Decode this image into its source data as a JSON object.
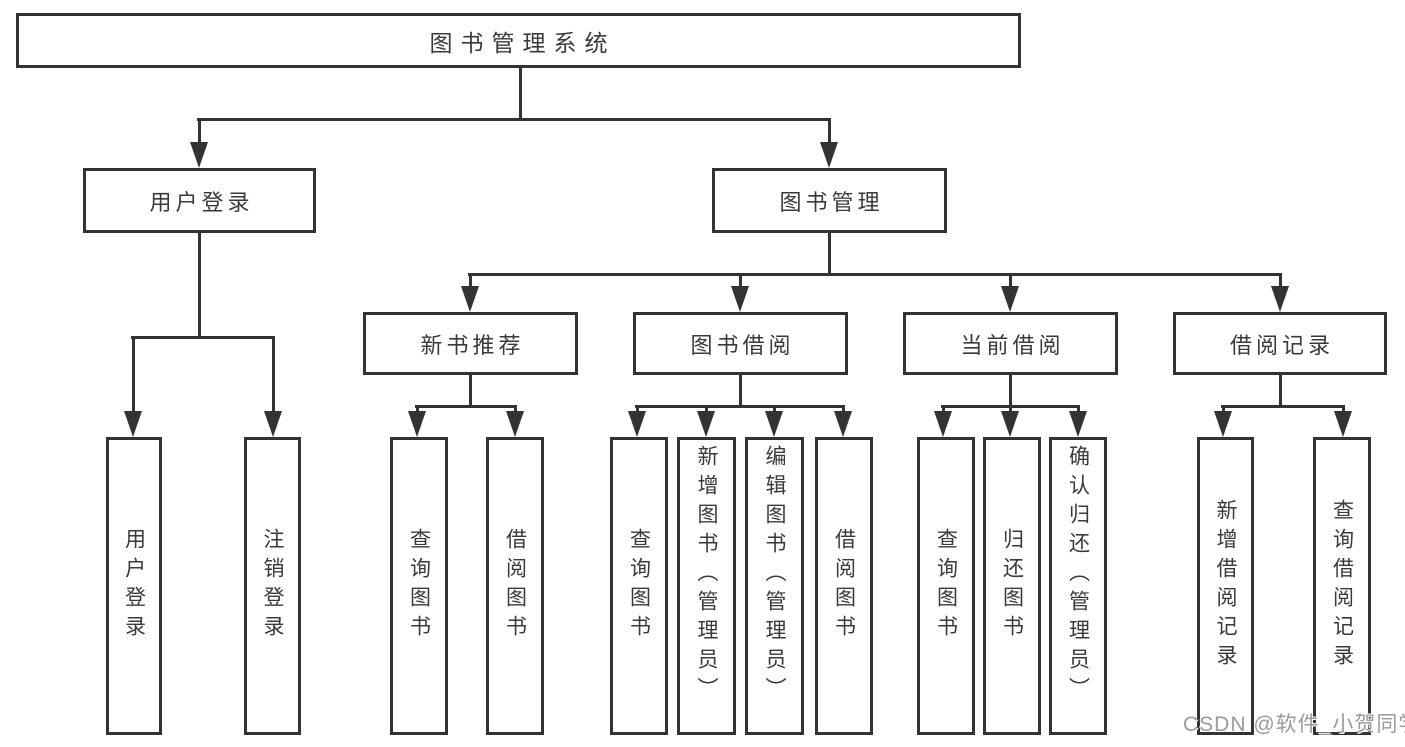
{
  "tree": {
    "root": "图书管理系统",
    "children": [
      {
        "label": "用户登录",
        "children": [
          {
            "label": "用户登录"
          },
          {
            "label": "注销登录"
          }
        ]
      },
      {
        "label": "图书管理",
        "children": [
          {
            "label": "新书推荐",
            "children": [
              {
                "label": "查询图书"
              },
              {
                "label": "借阅图书"
              }
            ]
          },
          {
            "label": "图书借阅",
            "children": [
              {
                "label": "查询图书"
              },
              {
                "label": "新增图书（管理员）"
              },
              {
                "label": "编辑图书（管理员）"
              },
              {
                "label": "借阅图书"
              }
            ]
          },
          {
            "label": "当前借阅",
            "children": [
              {
                "label": "查询图书"
              },
              {
                "label": "归还图书"
              },
              {
                "label": "确认归还（管理员）"
              }
            ]
          },
          {
            "label": "借阅记录",
            "children": [
              {
                "label": "新增借阅记录"
              },
              {
                "label": "查询借阅记录"
              }
            ]
          }
        ]
      }
    ]
  },
  "watermark": "CSDN @软件_小贺同学",
  "colors": {
    "line": "#333333",
    "text": "#3a3a3a",
    "background": "#ffffff",
    "watermark": "#9b9b9b"
  }
}
